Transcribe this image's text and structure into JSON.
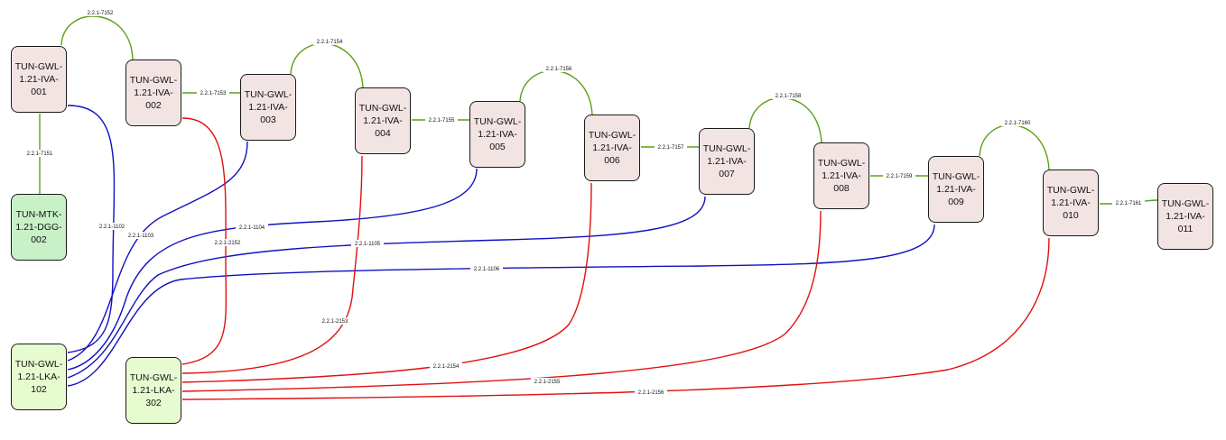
{
  "colors": {
    "iva_fill": "#f3e4e4",
    "mtk_fill": "#c8f1c8",
    "lka_fill": "#e6fcd0",
    "green_link": "#5ca016",
    "blue_link": "#1010c0",
    "red_link": "#e01010"
  },
  "nodes": {
    "iva001": "TUN-GWL-\n1.21-IVA-\n001",
    "iva002": "TUN-GWL-\n1.21-IVA-\n002",
    "iva003": "TUN-GWL-\n1.21-IVA-\n003",
    "iva004": "TUN-GWL-\n1.21-IVA-\n004",
    "iva005": "TUN-GWL-\n1.21-IVA-\n005",
    "iva006": "TUN-GWL-\n1.21-IVA-\n006",
    "iva007": "TUN-GWL-\n1.21-IVA-\n007",
    "iva008": "TUN-GWL-\n1.21-IVA-\n008",
    "iva009": "TUN-GWL-\n1.21-IVA-\n009",
    "iva010": "TUN-GWL-\n1.21-IVA-\n010",
    "iva011": "TUN-GWL-\n1.21-IVA-\n011",
    "mtk002": "TUN-MTK-\n1.21-DGG-\n002",
    "lka102": "TUN-GWL-\n1.21-LKA-\n102",
    "lka302": "TUN-GWL-\n1.21-LKA-\n302"
  },
  "links": {
    "l7151": "2.2.1-7151",
    "l7152": "2.2.1-7152",
    "l7153": "2.2.1-7153",
    "l7154": "2.2.1-7154",
    "l7155": "2.2.1-7155",
    "l7156": "2.2.1-7156",
    "l7157": "2.2.1-7157",
    "l7158": "2.2.1-7158",
    "l7159": "2.2.1-7159",
    "l7160": "2.2.1-7160",
    "l7161": "2.2.1-7161",
    "l1102": "2.2.1-1102",
    "l1103": "2.2.1-1103",
    "l1104": "2.2.1-1104",
    "l1105": "2.2.1-1105",
    "l1106": "2.2.1-1106",
    "l2152": "2.2.1-2152",
    "l2153": "2.2.1-2153",
    "l2154": "2.2.1-2154",
    "l2155": "2.2.1-2155",
    "l2156": "2.2.1-2156"
  }
}
